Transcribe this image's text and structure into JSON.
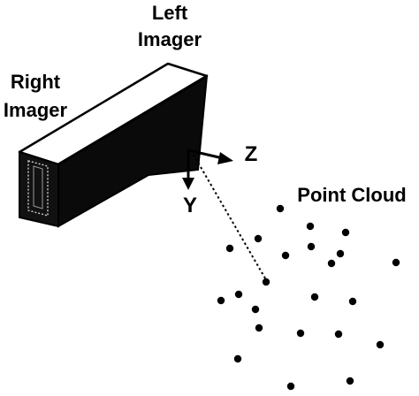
{
  "labels": {
    "left_imager": [
      "Left",
      "Imager"
    ],
    "right_imager": [
      "Right",
      "Imager"
    ],
    "axis_z": "Z",
    "axis_y": "Y",
    "point_cloud": "Point Cloud"
  },
  "colors": {
    "ink": "#000000",
    "camera_top": "#ffffff",
    "camera_front": "#0a0a0a",
    "background": "#ffffff"
  }
}
